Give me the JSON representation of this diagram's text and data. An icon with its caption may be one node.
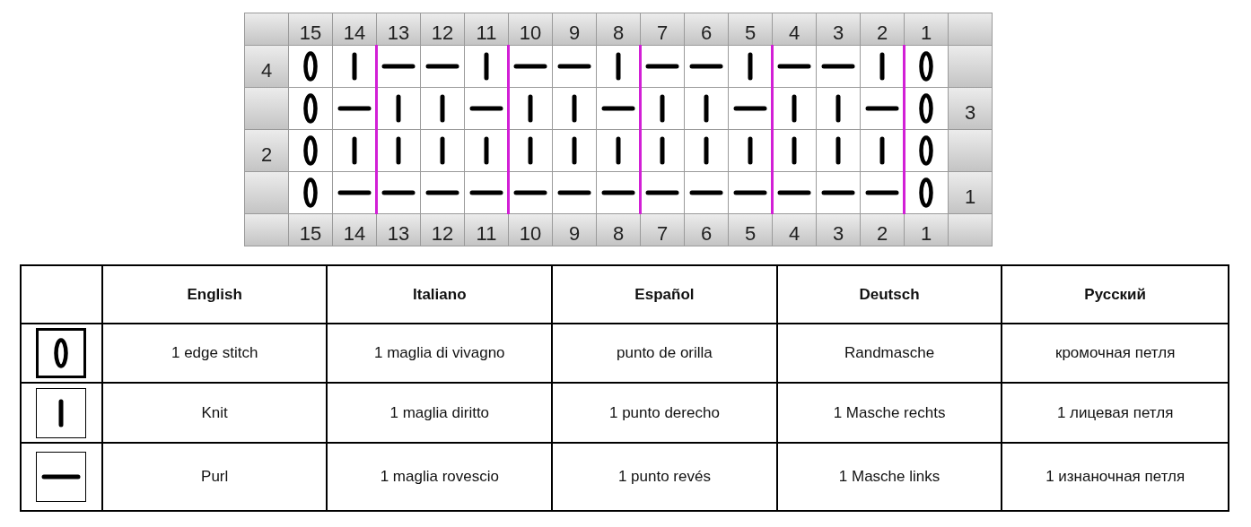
{
  "diagram": {
    "labels": [
      "15",
      "14",
      "13",
      "12",
      "11",
      "10",
      "9",
      "8",
      "7",
      "6",
      "5",
      "4",
      "3",
      "2",
      "1",
      "4",
      "3",
      "2",
      "1",
      "15",
      "14",
      "13",
      "12",
      "11",
      "10",
      "9",
      "8",
      "7",
      "6",
      "5",
      "4",
      "3",
      "2",
      "1",
      "English",
      "Italiano",
      "Español",
      "Deutsch",
      "Русский",
      "1 edge stitch",
      "1 maglia di vivagno",
      "punto de orilla",
      "Randmasche",
      "кромочная петля",
      "Knit",
      "1 maglia diritto",
      "1 punto derecho",
      "1 Masche rechts",
      "1 лицевая петля",
      "Purl",
      "1 maglia rovescio",
      "1 punto revés",
      "1 Masche links",
      "1 изнаночная петля"
    ]
  }
}
